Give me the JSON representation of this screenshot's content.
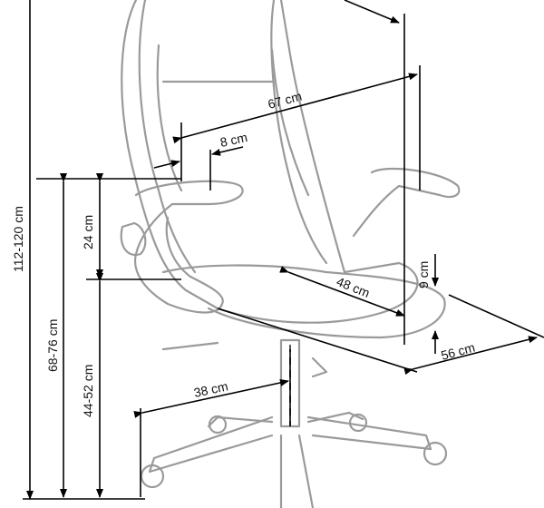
{
  "dimensions": {
    "total_height": "112-120 cm",
    "armrest_height": "68-76 cm",
    "seat_height": "44-52 cm",
    "armrest_above_seat": "24 cm",
    "armrest_width": "8 cm",
    "backrest_height": "67 cm",
    "seat_depth": "48 cm",
    "seat_thickness": "9 cm",
    "seat_width": "56 cm",
    "base_radius": "38 cm"
  },
  "colors": {
    "chair_outline": "#9a9a9a",
    "dimension_lines": "#000000"
  }
}
